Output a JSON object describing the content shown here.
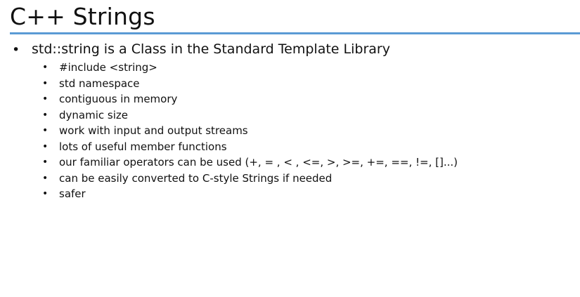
{
  "slide": {
    "title": "C++ Strings",
    "accent_color": "#5b9bd5",
    "bullet_glyph": "•",
    "main_point": "std::string is a Class in the Standard Template Library",
    "sub_points": [
      "#include <string>",
      "std namespace",
      "contiguous in memory",
      "dynamic size",
      "work with input and output streams",
      "lots of useful member functions",
      "our familiar operators can be used (+, = , < , <=, >, >=, +=, ==, !=, []...)",
      "can be easily converted to C-style Strings if needed",
      "safer"
    ]
  }
}
